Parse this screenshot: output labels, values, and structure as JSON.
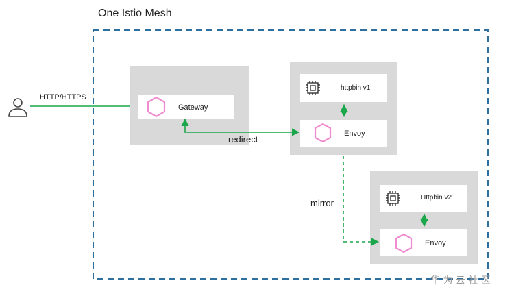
{
  "mesh": {
    "title": "One Istio Mesh"
  },
  "client": {
    "protocol_label": "HTTP/HTTPS",
    "icon": "user-icon"
  },
  "gateway": {
    "label": "Gateway",
    "icon": "hexagon-icon"
  },
  "service_v1": {
    "app_label": "httpbin v1",
    "app_icon": "chip-icon",
    "proxy_label": "Envoy",
    "proxy_icon": "hexagon-icon"
  },
  "service_v2": {
    "app_label": "Httpbin v2",
    "app_icon": "chip-icon",
    "proxy_label": "Envoy",
    "proxy_icon": "hexagon-icon"
  },
  "edges": {
    "redirect_label": "redirect",
    "mirror_label": "mirror"
  },
  "watermark": {
    "text": "华 为 云 社 区"
  },
  "colors": {
    "mesh_border": "#2f6f9f",
    "panel": "#d9d9d9",
    "box": "#ffffff",
    "edge": "#1aa64a",
    "hexagon": "#f08bd0"
  }
}
